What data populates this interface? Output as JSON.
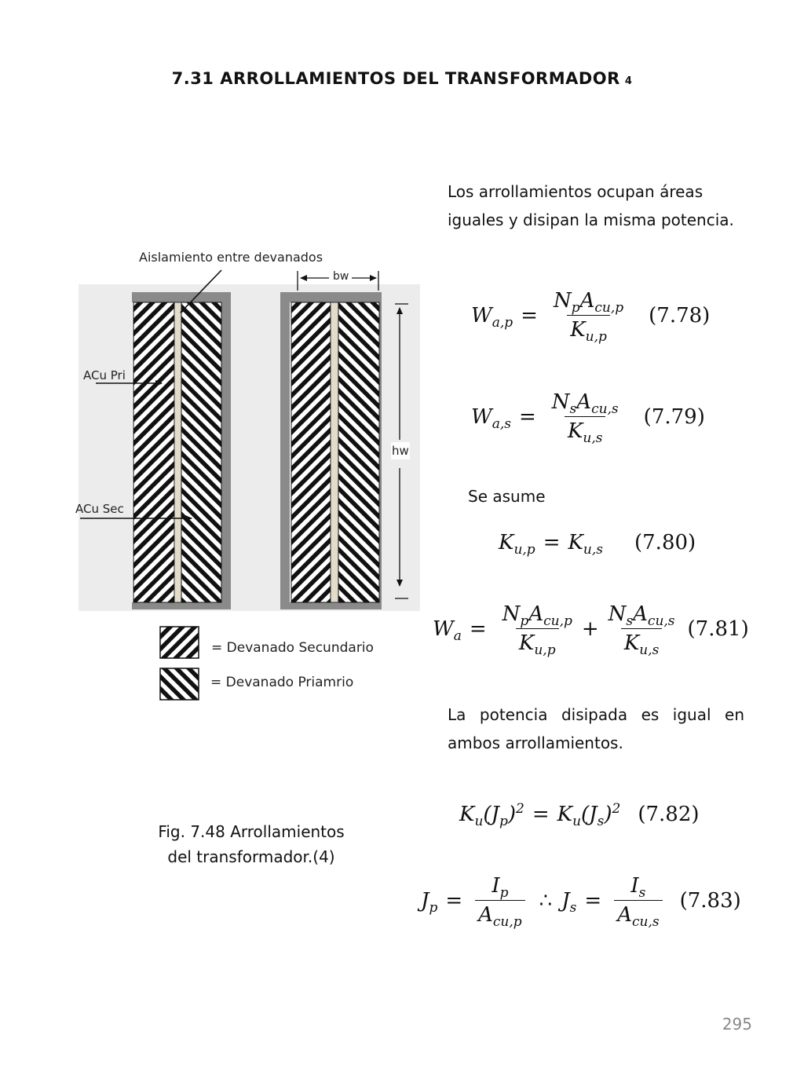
{
  "title": {
    "text": "7.31 ARROLLAMIENTOS  DEL TRANSFORMADOR",
    "ref": "4"
  },
  "intro": [
    "Los arrollamientos ocupan áreas",
    "iguales y disipan la misma potencia."
  ],
  "figure": {
    "insulation_label": "Aislamiento  entre  devanados",
    "bw_label": "bw",
    "hw_label": "hw",
    "acu_pri_label": "ACu Pri",
    "acu_sec_label": "ACu Sec",
    "legend_secondary": "= Devanado Secundario",
    "legend_primary": "= Devanado  Priamrio",
    "colors": {
      "frame": "#8a8a8a",
      "insulation": "#e3dccb",
      "hatch": "#111111",
      "background_shadow": "#e9e9e9"
    }
  },
  "caption": [
    "Fig.  7.48 Arrollamientos",
    "del transformador.(4)"
  ],
  "eq778": {
    "number": "(7.78)"
  },
  "eq779": {
    "number": "(7.79)"
  },
  "assume": "Se asume",
  "eq780": {
    "number": "(7.80)"
  },
  "eq781": {
    "number": "(7.81)"
  },
  "para2": [
    "La potencia disipada es igual en",
    "ambos arrollamientos."
  ],
  "eq782": {
    "number": "(7.82)"
  },
  "eq783": {
    "number": "(7.83)"
  },
  "page_number": "295"
}
